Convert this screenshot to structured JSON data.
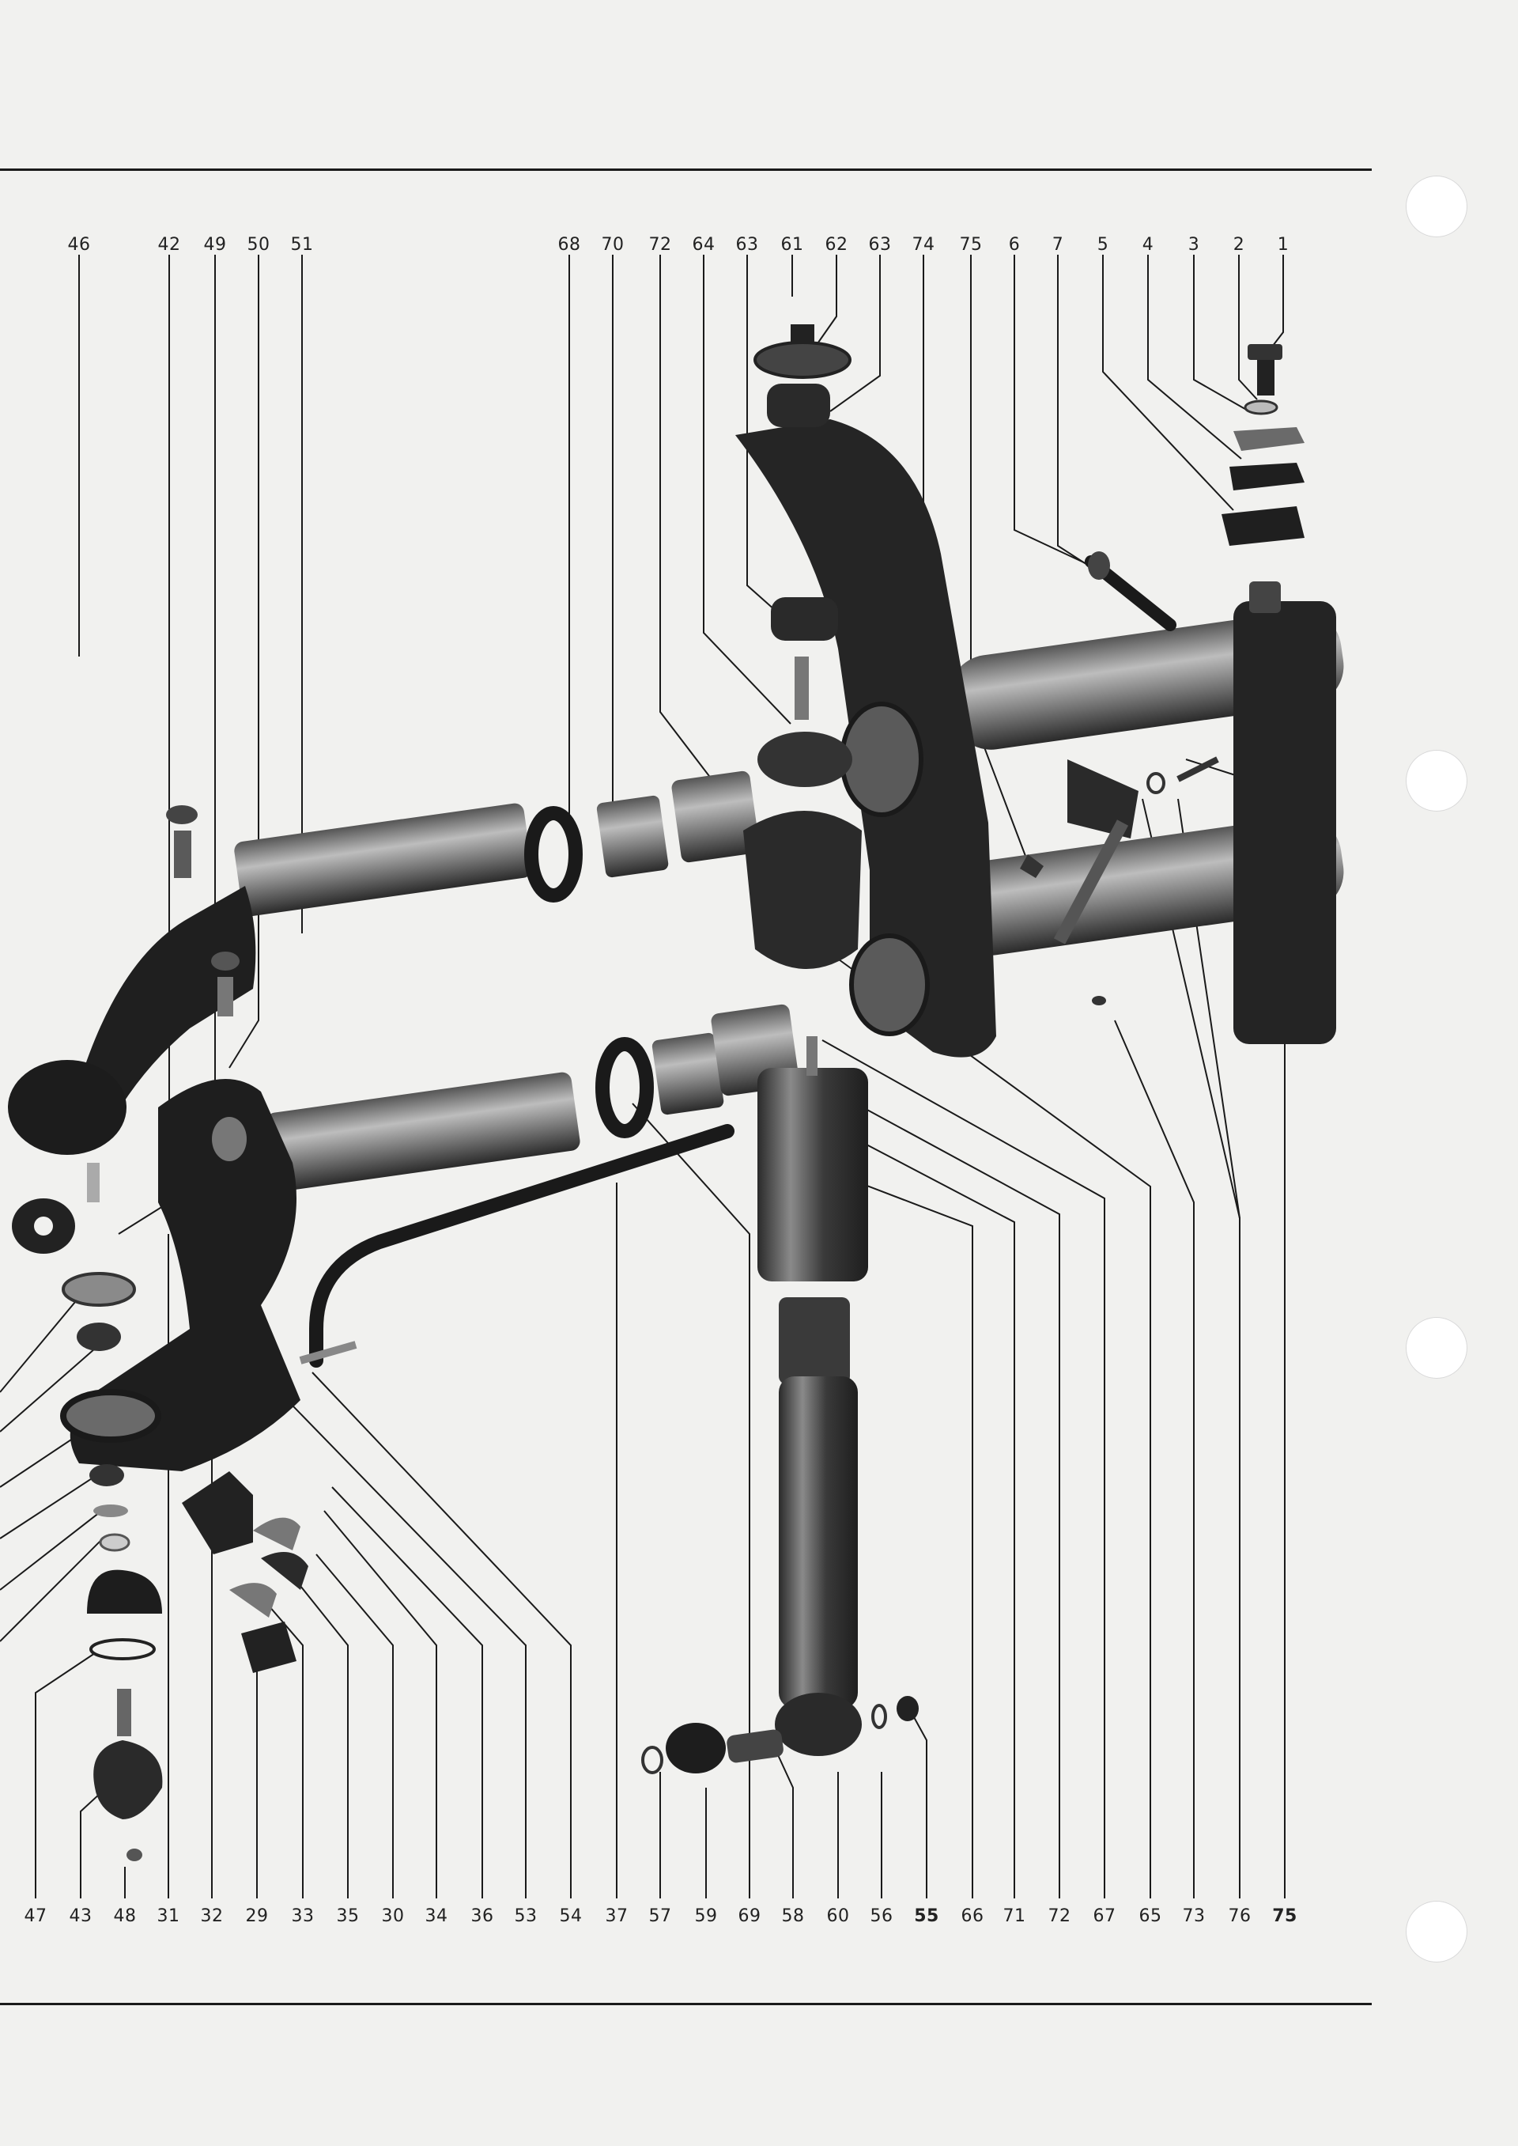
{
  "top_labels": [
    "46",
    "42",
    "49",
    "50",
    "51",
    "68",
    "70",
    "72",
    "64",
    "63",
    "61",
    "62",
    "63",
    "74",
    "75",
    "6",
    "7",
    "5",
    "4",
    "3",
    "2",
    "1"
  ],
  "bottom_labels": [
    "47",
    "43",
    "48",
    "31",
    "32",
    "29",
    "33",
    "35",
    "30",
    "34",
    "36",
    "53",
    "54",
    "37",
    "57",
    "59",
    "69",
    "58",
    "60",
    "56",
    "55",
    "66",
    "71",
    "72",
    "67",
    "65",
    "73",
    "76",
    "75"
  ],
  "bold_labels": [
    "55",
    "75"
  ],
  "colors": {
    "paper": "#f1f1ef",
    "ink": "#1a1a1a",
    "part": "#262626",
    "highlight": "#6a6a6a"
  }
}
